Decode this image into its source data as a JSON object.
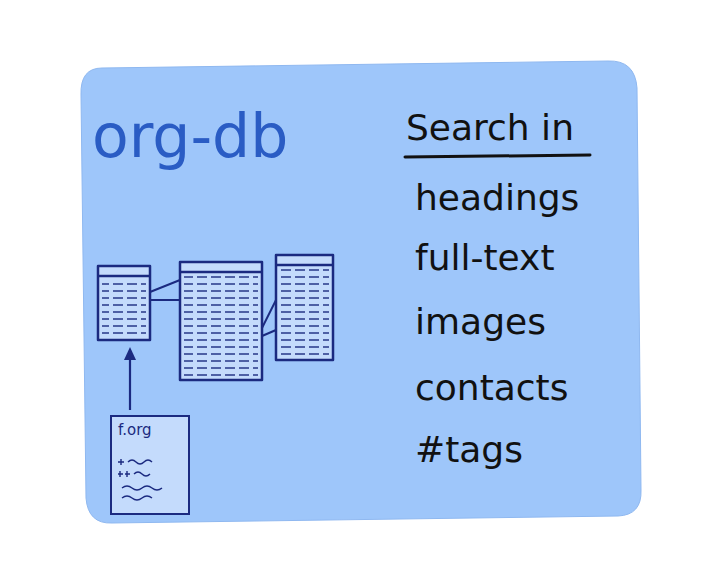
{
  "diagram": {
    "title": "org-db",
    "nodes": [
      {
        "text": [
          "f.org"
        ]
      }
    ],
    "labels": [
      "Search in",
      "headings",
      "full-text",
      "images",
      "contacts",
      "#tags"
    ]
  }
}
